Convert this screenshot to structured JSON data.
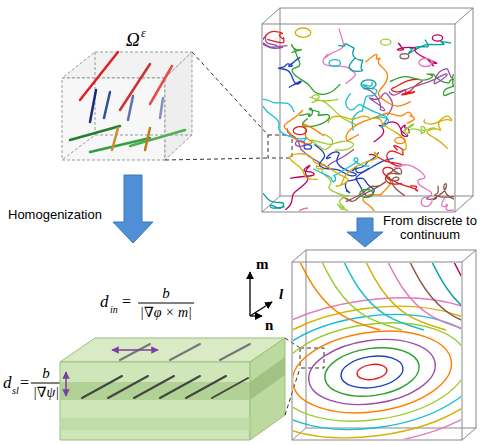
{
  "diagram": {
    "labels": [
      "Ω",
      "ε",
      "Homogenization",
      "From discrete to continuum",
      "d",
      "in",
      "=",
      "b",
      "|∇φ × m|",
      "m",
      "l",
      "n",
      "d",
      "sl",
      "=",
      "b",
      "|∇ψ|"
    ]
  }
}
